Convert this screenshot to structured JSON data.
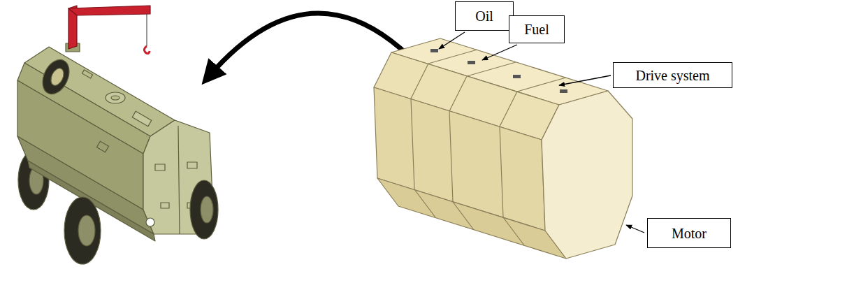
{
  "diagram": {
    "nodes": [
      {
        "text": [
          "Oil"
        ]
      },
      {
        "text": [
          "Fuel"
        ]
      },
      {
        "text": [
          "Drive system"
        ]
      },
      {
        "text": [
          "Motor"
        ]
      }
    ]
  }
}
